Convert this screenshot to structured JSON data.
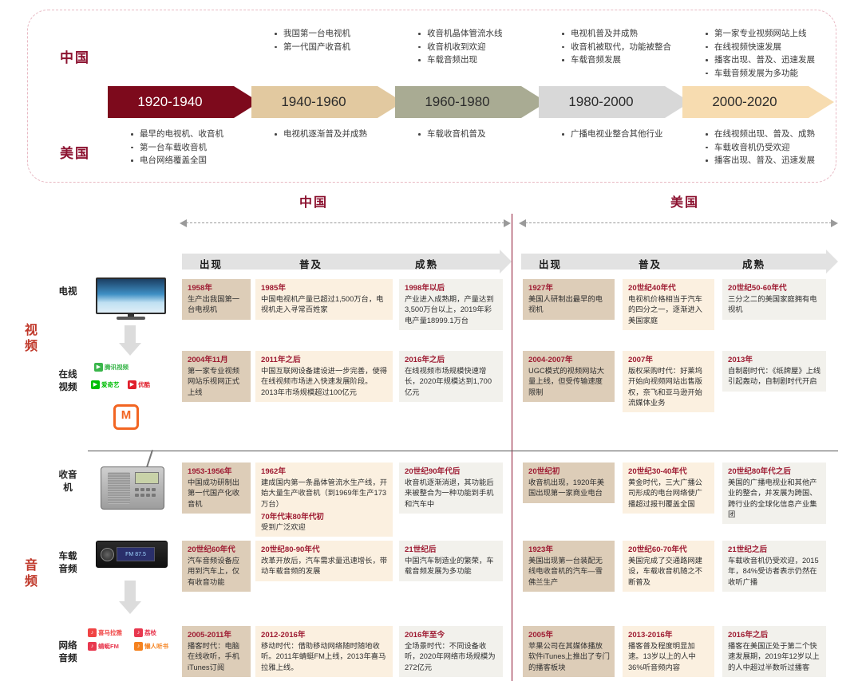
{
  "timeline": {
    "china_label": "中国",
    "usa_label": "美国",
    "periods": [
      {
        "label": "1920-1940",
        "color": "#7d0a1c",
        "text_color": "#ffffff"
      },
      {
        "label": "1940-1960",
        "color": "#e2c9a0",
        "text_color": "#2b2b2b"
      },
      {
        "label": "1960-1980",
        "color": "#a9ab93",
        "text_color": "#2b2b2b"
      },
      {
        "label": "1980-2000",
        "color": "#d8d8d8",
        "text_color": "#2b2b2b"
      },
      {
        "label": "2000-2020",
        "color": "#f7dcb0",
        "text_color": "#2b2b2b"
      }
    ],
    "china_bullets": [
      [],
      [
        "我国第一台电视机",
        "第一代国产收音机"
      ],
      [
        "收音机晶体管流水线",
        "收音机收到欢迎",
        "车载音频出现"
      ],
      [
        "电视机普及并成熟",
        "收音机被取代，功能被整合",
        "车载音频发展"
      ],
      [
        "第一家专业视频网站上线",
        "在线视频快速发展",
        "播客出现、普及、迅速发展",
        "车载音频发展为多功能"
      ]
    ],
    "usa_bullets": [
      [
        "最早的电视机、收音机",
        "第一台车载收音机",
        "电台网络覆盖全国"
      ],
      [
        "电视机逐渐普及并成熟"
      ],
      [
        "车载收音机普及"
      ],
      [
        "广播电视业整合其他行业"
      ],
      [
        "在线视频出现、普及、成熟",
        "车载收音机仍受欢迎",
        "播客出现、普及、迅速发展"
      ]
    ]
  },
  "matrix": {
    "region_china": "中国",
    "region_usa": "美国",
    "phases": [
      "出现",
      "普及",
      "成熟"
    ],
    "group_video": "视频",
    "group_audio": "音频",
    "rows": [
      {
        "label": "电视",
        "icon": "tv-thumbnail",
        "china": [
          {
            "head": "1958年",
            "body": "生产出我国第一台电视机"
          },
          {
            "head": "1985年",
            "body": "中国电视机产量已超过1,500万台，电视机走入寻常百姓家"
          },
          {
            "head": "1998年以后",
            "body": "产业进入成熟期，产量达到3,500万台以上，2019年彩电产量18999.1万台"
          }
        ],
        "usa": [
          {
            "head": "1927年",
            "body": "美国人研制出最早的电视机"
          },
          {
            "head": "20世纪40年代",
            "body": "电视机价格相当于汽车的四分之一，逐渐进入美国家庭"
          },
          {
            "head": "20世纪50-60年代",
            "body": "三分之二的美国家庭拥有电视机"
          }
        ]
      },
      {
        "label": "在线视频",
        "icon": "video-site-logos",
        "china": [
          {
            "head": "2004年11月",
            "body": "第一家专业视频网站乐视网正式上线"
          },
          {
            "head": "2011年之后",
            "body": "中国互联网设备建设进一步完善，使得在线视频市场进入快速发展阶段。2013年市场规模超过100亿元"
          },
          {
            "head": "2016年之后",
            "body": "在线视频市场规模快速增长，2020年规模达到1,700亿元"
          }
        ],
        "usa": [
          {
            "head": "2004-2007年",
            "body": "UGC模式的视频网站大量上线，但受传输速度限制"
          },
          {
            "head": "2007年",
            "body": "版权采购时代：好莱坞开始向视频网站出售版权，奈飞和亚马逊开始流媒体业务"
          },
          {
            "head": "2013年",
            "body": "自制剧时代：《纸牌屋》上线引起轰动，自制剧时代开启"
          }
        ]
      },
      {
        "label": "收音机",
        "icon": "radio-thumbnail",
        "china": [
          {
            "head": "1953-1956年",
            "body": "中国成功研制出第一代国产化收音机"
          },
          {
            "head": "1962年",
            "body": "建成国内第一条晶体管流水生产线，开始大量生产收音机（到1969年生产173万台）",
            "head2": "70年代末80年代初",
            "body2": "受到广泛欢迎"
          },
          {
            "head": "20世纪90年代后",
            "body": "收音机逐渐消退，其功能后来被整合为一种功能到手机和汽车中"
          }
        ],
        "usa": [
          {
            "head": "20世纪初",
            "body": "收音机出现，1920年美国出现第一家商业电台"
          },
          {
            "head": "20世纪30-40年代",
            "body": "黄金时代，三大广播公司形成的电台网络使广播超过报刊覆盖全国"
          },
          {
            "head": "20世纪80年代之后",
            "body": "美国的广播电视业和其他产业的整合，并发展为跨国、跨行业的全球化信息产业集团"
          }
        ]
      },
      {
        "label": "车载音频",
        "icon": "car-audio-thumbnail",
        "china": [
          {
            "head": "20世纪60年代",
            "body": "汽车音频设备应用到汽车上，仅有收音功能"
          },
          {
            "head": "20世纪80-90年代",
            "body": "改革开放后，汽车需求量迅速增长，带动车载音频的发展"
          },
          {
            "head": "21世纪后",
            "body": "中国汽车制造业的繁荣，车载音频发展为多功能"
          }
        ],
        "usa": [
          {
            "head": "1923年",
            "body": "美国出现第一台装配无线电收音机的汽车—雪佛兰生产"
          },
          {
            "head": "20世纪60-70年代",
            "body": "美国完成了交通路网建设，车载收音机随之不断普及"
          },
          {
            "head": "21世纪之后",
            "body": "车载收音机仍受欢迎，2015年，84%受访者表示仍然在收听广播"
          }
        ]
      },
      {
        "label": "网络音频",
        "icon": "audio-app-logos",
        "china": [
          {
            "head": "2005-2011年",
            "body": "播客时代：电脑在线收听，手机iTunes订阅"
          },
          {
            "head": "2012-2016年",
            "body": "移动时代：借助移动网络随时随地收听。2011年蜻蜓FM上线，2013年喜马拉雅上线。"
          },
          {
            "head": "2016年至今",
            "body": "全场景时代：不同设备收听，2020年网络市场规模为272亿元"
          }
        ],
        "usa": [
          {
            "head": "2005年",
            "body": "苹果公司在其媒体播放软件iTunes上推出了专门的播客板块"
          },
          {
            "head": "2013-2016年",
            "body": "播客普及程度明显加速。13岁以上的人中36%听音频内容"
          },
          {
            "head": "2016年之后",
            "body": "播客在美国正处于第二个快速发展期，2019年12岁以上的人中超过半数听过播客"
          }
        ]
      }
    ],
    "logos": {
      "video": [
        {
          "name": "腾讯视频",
          "color": "#39b54a"
        },
        {
          "name": "爱奇艺",
          "color": "#00be06"
        },
        {
          "name": "优酷",
          "color": "#e01f2c"
        },
        {
          "name": "芒果TV",
          "color": "#f26522"
        }
      ],
      "audio": [
        {
          "name": "喜马拉雅",
          "color": "#f04444"
        },
        {
          "name": "荔枝",
          "color": "#e8384f"
        },
        {
          "name": "蜻蜓FM",
          "color": "#e8384f"
        },
        {
          "name": "懒人听书",
          "color": "#f5821f"
        }
      ]
    }
  }
}
